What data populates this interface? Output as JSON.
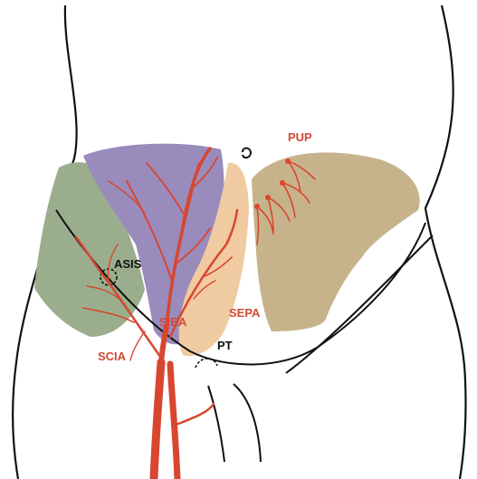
{
  "labels": {
    "pup": "PUP",
    "asis": "ASIS",
    "siea": "SIEA",
    "sepa": "SEPA",
    "scia": "SCIA",
    "pt": "PT"
  },
  "colors": {
    "outline": "#111111",
    "vessel": "#d8462f",
    "purple_flap": "#9a8bbd",
    "green_flap": "#9aae8d",
    "peach_flap": "#f0caa0",
    "tan_flap": "#c7b38b",
    "red_label": "#cf4a34",
    "black_label": "#111111"
  }
}
